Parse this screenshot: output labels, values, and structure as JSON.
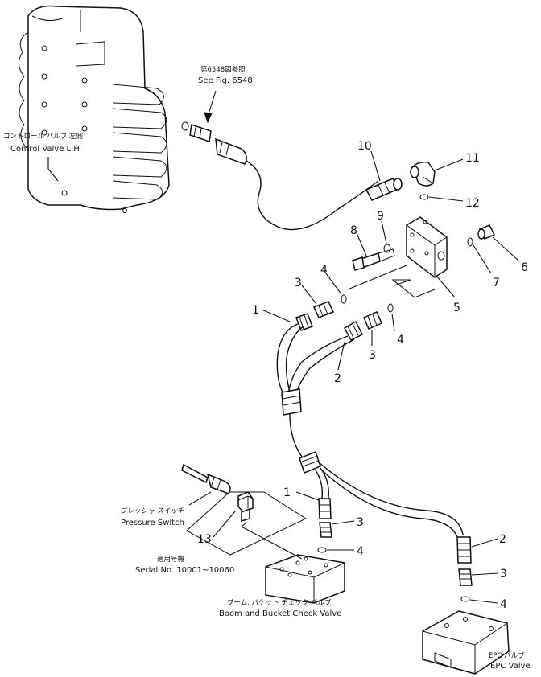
{
  "labels": {
    "control_valve_jp": "コントロール バルブ 左側",
    "control_valve_en": "Control Valve L.H",
    "see_fig_jp": "第6548図参照",
    "see_fig_en": "See Fig. 6548",
    "pressure_switch_jp": "プレッシャ スイッチ",
    "pressure_switch_en": "Pressure Switch",
    "serial_jp": "適用号機",
    "serial_en": "Serial No. 10001~10060",
    "check_valve_jp": "ブーム, バケット チェック バルブ",
    "check_valve_en": "Boom and Bucket Check Valve",
    "epc_valve_jp": "EPC バルブ",
    "epc_valve_en": "EPC Valve"
  },
  "callouts": {
    "p1a": "1",
    "p1b": "1",
    "p2a": "2",
    "p2b": "2",
    "p3a": "3",
    "p3b": "3",
    "p3c": "3",
    "p3d": "3",
    "p4a": "4",
    "p4b": "4",
    "p4c": "4",
    "p4d": "4",
    "p5": "5",
    "p6": "6",
    "p7": "7",
    "p8": "8",
    "p9": "9",
    "p10": "10",
    "p11": "11",
    "p12": "12",
    "p13": "13"
  }
}
